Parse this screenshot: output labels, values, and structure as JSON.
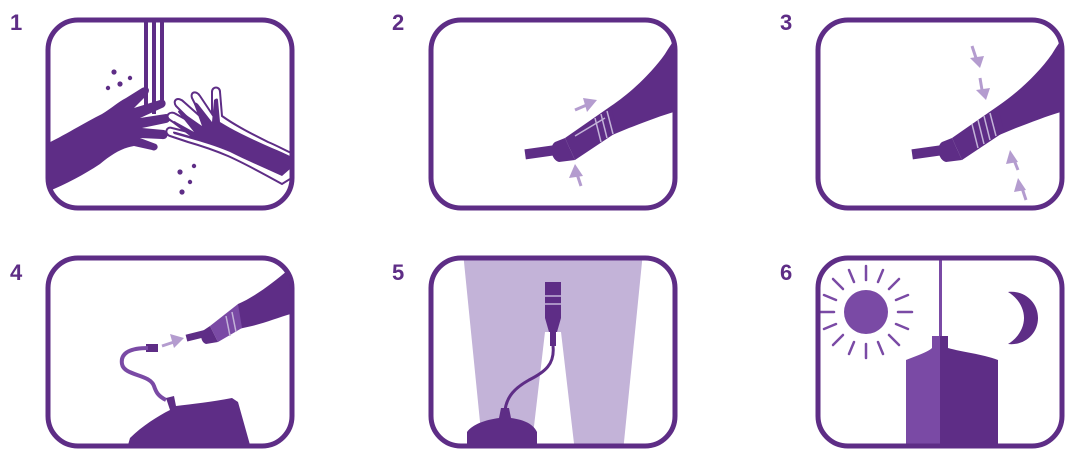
{
  "steps": [
    {
      "number": "1",
      "name": "wash-hands"
    },
    {
      "number": "2",
      "name": "apply-catheter"
    },
    {
      "number": "3",
      "name": "press-adhesive"
    },
    {
      "number": "4",
      "name": "connect-drainage-tube"
    },
    {
      "number": "5",
      "name": "leg-bag-attached"
    },
    {
      "number": "6",
      "name": "night-bag"
    }
  ],
  "colors": {
    "primary": "#5e2d86",
    "light": "#c3b3d8",
    "mid": "#7a4aa5",
    "arrow": "#b49ccf"
  }
}
